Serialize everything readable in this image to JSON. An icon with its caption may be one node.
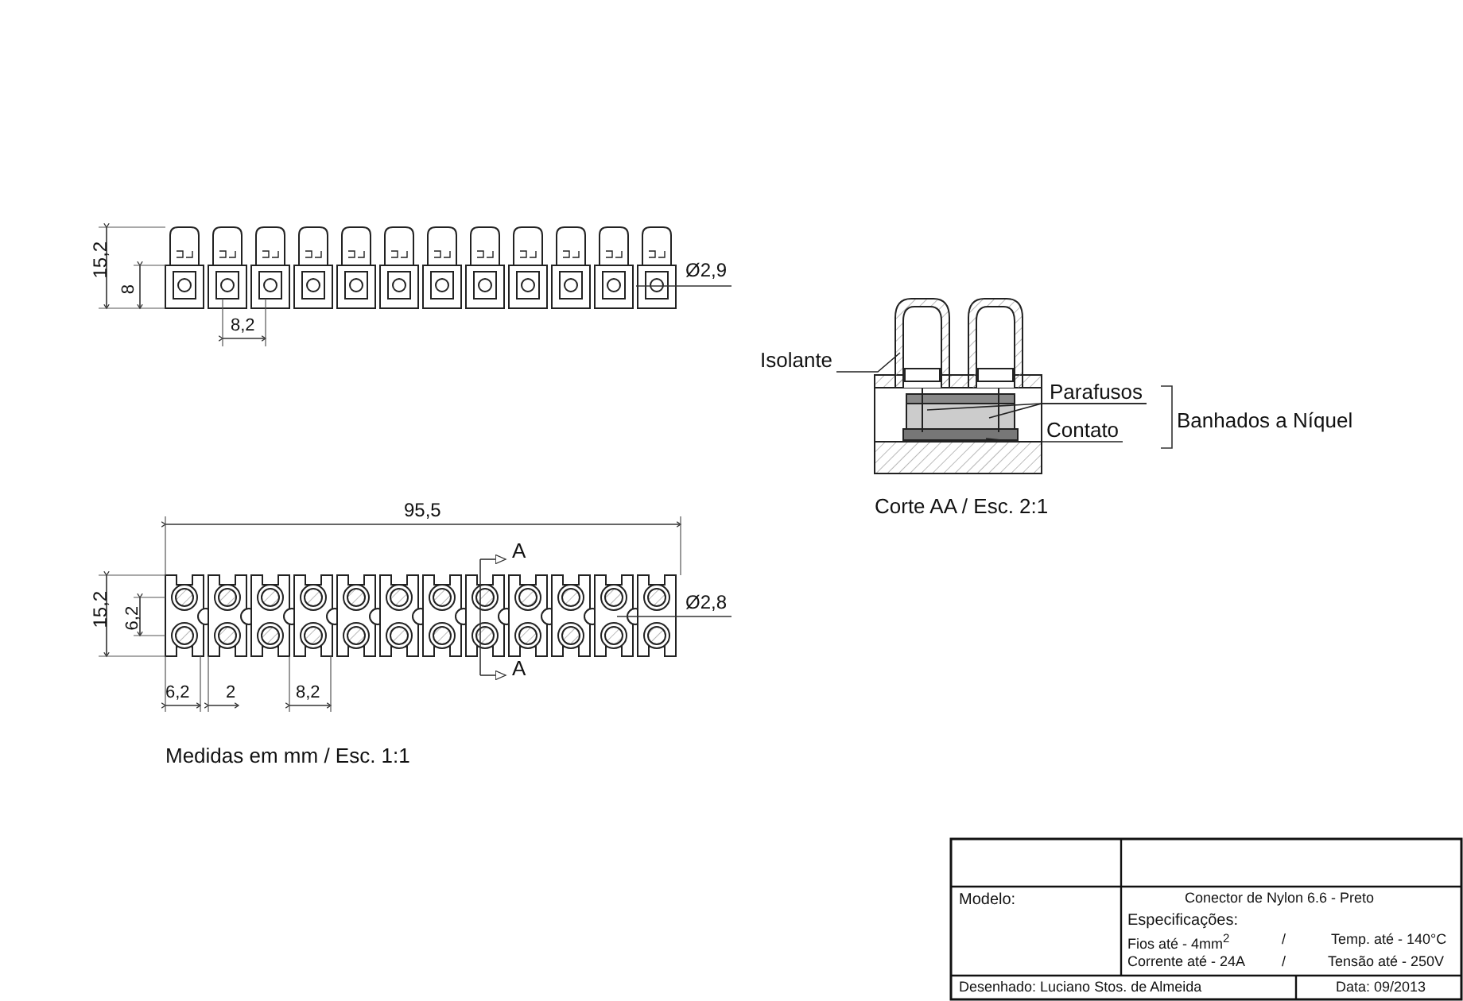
{
  "diagram": {
    "nodes": [
      {
        "text": [
          "Isolante"
        ]
      },
      {
        "text": [
          "Parafusos"
        ]
      },
      {
        "text": [
          "Contato"
        ]
      }
    ],
    "edges": [
      {
        "from": 0,
        "to": null,
        "arrow": "none"
      },
      {
        "from": 1,
        "to": null,
        "arrow": "none"
      },
      {
        "from": 1,
        "to": null,
        "arrow": "none"
      },
      {
        "from": 2,
        "to": null,
        "arrow": "none"
      }
    ],
    "labels": [
      "15,2",
      "8",
      "8,2",
      "Ø2,9",
      "95,5",
      "A",
      "A",
      "15,2",
      "6,2",
      "Ø2,8",
      "6,2",
      "2",
      "8,2",
      "Medidas em mm / Esc. 1:1",
      "Banhados a Níquel",
      "Corte AA / Esc. 2:1",
      "Modelo:",
      "Conector de Nylon 6.6 - Preto",
      "Especificações:",
      "Fios até - 4mm$^{2}$",
      "/",
      "Temp. até - 140°C",
      "Corrente até - 24A",
      "/",
      "Tensão até - 250V",
      "Desenhado: Luciano Stos. de Almeida",
      "Data: 09/2013"
    ]
  }
}
